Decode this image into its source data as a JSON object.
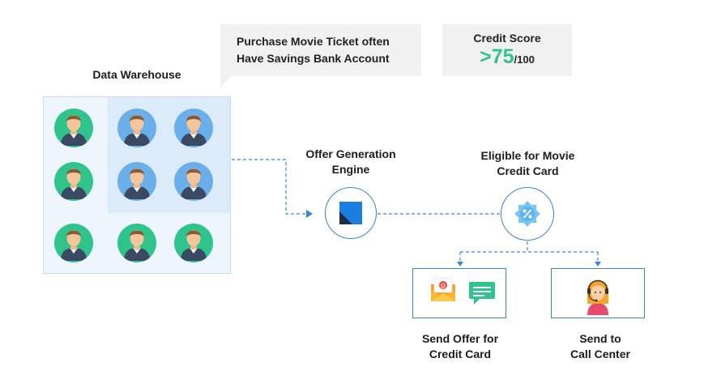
{
  "callout": {
    "line1": "Purchase Movie Ticket often",
    "line2": "Have Savings Bank Account"
  },
  "credit_score": {
    "title": "Credit Score",
    "value": ">75",
    "suffix": "/100"
  },
  "warehouse": {
    "label": "Data Warehouse"
  },
  "engine": {
    "line1": "Offer Generation",
    "line2": "Engine"
  },
  "eligible": {
    "line1": "Eligible for Movie",
    "line2": "Credit Card"
  },
  "send_offer": {
    "line1": "Send Offer for",
    "line2": "Credit Card"
  },
  "call_center": {
    "line1": "Send to",
    "line2": "Call Center"
  },
  "colors": {
    "accent_blue": "#3b82d6",
    "score_green": "#2ec48c",
    "person_green_bg": "#2ec48c",
    "person_blue_bg": "#6aaeea",
    "warehouse_bg": "#eef5fd"
  },
  "icons": {
    "person": "user-avatar-icon",
    "engine": "engine-logo-icon",
    "eligible": "percent-badge-icon",
    "email": "email-envelope-icon",
    "sms": "chat-message-icon",
    "agent": "call-center-agent-icon"
  }
}
